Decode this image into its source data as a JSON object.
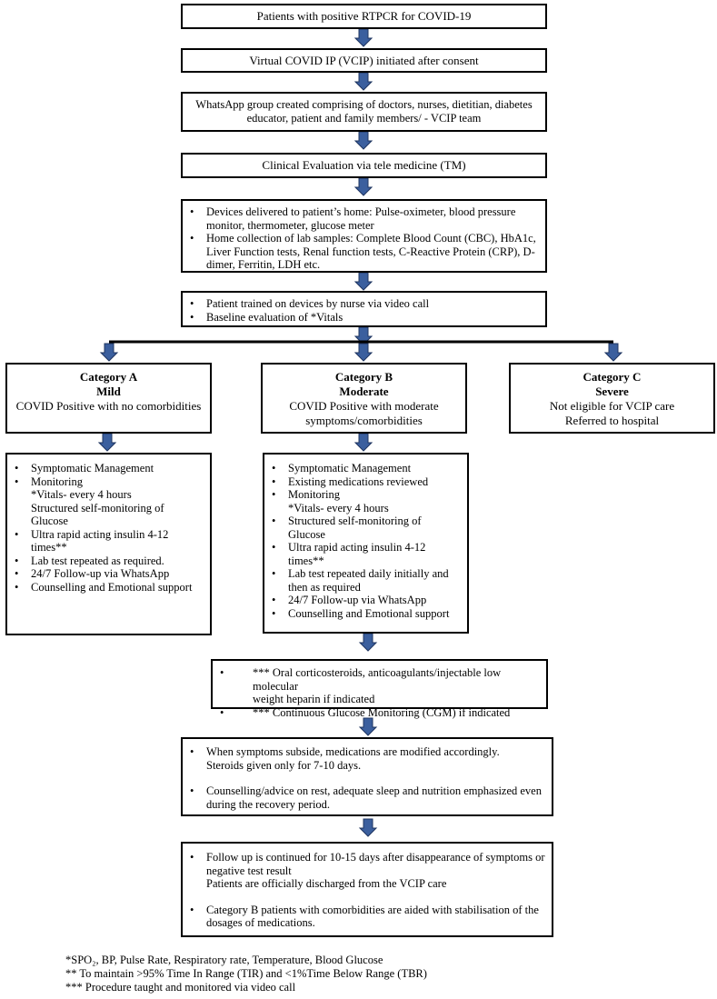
{
  "flowchart": {
    "step1": "Patients with positive RTPCR for COVID-19",
    "step2": "Virtual COVID IP (VCIP) initiated after consent",
    "step3": [
      "WhatsApp group created comprising of doctors, nurses, dietitian, diabetes",
      "educator, patient and family members/ - VCIP team"
    ],
    "step4": "Clinical Evaluation via tele medicine (TM)",
    "step5": [
      [
        "Devices delivered to patient’s home: Pulse-oximeter, blood pressure",
        "monitor, thermometer, glucose meter"
      ],
      [
        "Home collection of lab samples: Complete Blood Count (CBC), HbA1c,",
        "Liver Function tests, Renal function tests, C-Reactive Protein (CRP), D-",
        "dimer, Ferritin, LDH etc."
      ]
    ],
    "step6": [
      "Patient trained on devices by nurse via video call",
      "Baseline evaluation of   *Vitals"
    ],
    "categories": {
      "a": {
        "title": "Category A",
        "level": "Mild",
        "desc": "COVID Positive with no comorbidities"
      },
      "b": {
        "title": "Category B",
        "level": "Moderate",
        "desc": [
          "COVID Positive with moderate",
          "symptoms/comorbidities"
        ]
      },
      "c": {
        "title": "Category C",
        "level": "Severe",
        "desc": [
          "Not eligible for VCIP care",
          "Referred to hospital"
        ]
      }
    },
    "careA": [
      {
        "b": true,
        "t": "Symptomatic Management"
      },
      {
        "b": true,
        "t": " Monitoring"
      },
      {
        "b": false,
        "t": "  *Vitals- every 4 hours"
      },
      {
        "b": false,
        "t": "Structured self-monitoring of"
      },
      {
        "b": false,
        "t": "Glucose"
      },
      {
        "b": true,
        "t": "Ultra rapid acting insulin 4-12"
      },
      {
        "b": false,
        "t": "times**"
      },
      {
        "b": true,
        "t": "Lab test repeated as required."
      },
      {
        "b": true,
        "t": "24/7 Follow-up via WhatsApp"
      },
      {
        "b": true,
        "t": "Counselling and Emotional support"
      }
    ],
    "careB": [
      {
        "b": true,
        "t": "Symptomatic Management"
      },
      {
        "b": true,
        "t": "Existing medications reviewed"
      },
      {
        "b": true,
        "t": "Monitoring"
      },
      {
        "b": false,
        "t": " *Vitals- every 4 hours"
      },
      {
        "b": true,
        "t": "Structured self-monitoring of"
      },
      {
        "b": false,
        "t": "Glucose"
      },
      {
        "b": true,
        "t": "Ultra rapid acting insulin 4-12"
      },
      {
        "b": false,
        "t": "times**"
      },
      {
        "b": true,
        "t": "Lab test repeated daily initially and"
      },
      {
        "b": false,
        "t": "then as required"
      },
      {
        "b": true,
        "t": "24/7 Follow-up via WhatsApp"
      },
      {
        "b": true,
        "t": "Counselling and Emotional support"
      }
    ],
    "step7": [
      [
        "*** Oral corticosteroids, anticoagulants/injectable low molecular",
        "weight heparin if indicated"
      ],
      [
        "*** Continuous Glucose Monitoring (CGM) if indicated"
      ]
    ],
    "step8": [
      [
        "When symptoms subside, medications are modified accordingly.",
        "Steroids given only for 7-10 days."
      ],
      [
        "Counselling/advice on rest, adequate sleep and nutrition emphasized even",
        "during the recovery period."
      ]
    ],
    "step9": [
      [
        "Follow up is continued for 10-15 days after disappearance of symptoms or",
        "negative test result",
        "Patients are officially discharged from the VCIP care"
      ],
      [
        "Category B patients with comorbidities are aided with stabilisation of the",
        "dosages of medications."
      ]
    ]
  },
  "footnotes": [
    "*SPO₂, BP, Pulse Rate, Respiratory rate, Temperature, Blood Glucose",
    "** To maintain >95% Time In Range (TIR) and <1%Time Below Range (TBR)",
    "*** Procedure taught and monitored via video call"
  ],
  "colors": {
    "arrow_fill": "#3b5f9e",
    "arrow_stroke": "#1f3560",
    "border": "#000000"
  }
}
